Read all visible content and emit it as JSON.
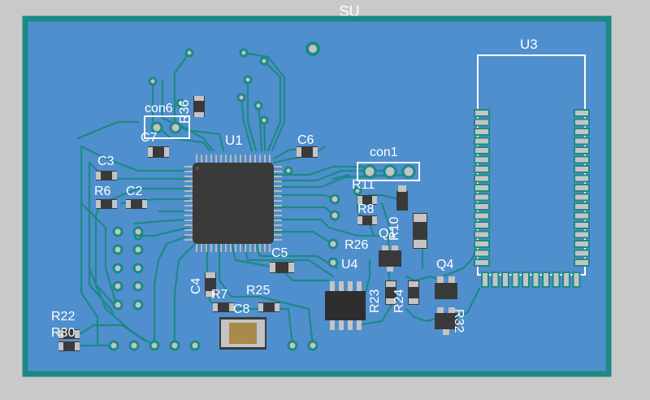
{
  "view": {
    "ghost_label": "SU",
    "colors": {
      "background": "#c9c9c9",
      "board": "#4f8fce",
      "board_edge": "#1b8a83",
      "trace": "#1b8a83",
      "silkscreen": "#ffffff",
      "chip_body": "#3a3a3a",
      "pad_metal": "#c4c4c4"
    }
  },
  "silkscreen": {
    "u1": "U1",
    "u3": "U3",
    "con1": "con1",
    "con6": "con6",
    "r36": "R36",
    "c7": "C7",
    "c6": "C6",
    "c3": "C3",
    "r6": "R6",
    "c2": "C2",
    "c5": "C5",
    "c4": "C4",
    "r7": "R7",
    "r25": "R25",
    "c8": "C8",
    "r22": "R22",
    "r30": "R30",
    "r11": "R11",
    "r8": "R8",
    "r10": "R10",
    "q1": "Q1",
    "r26": "R26",
    "q4": "Q4",
    "u4": "U4",
    "r23": "R23",
    "r24": "R24",
    "r32": "R32"
  }
}
